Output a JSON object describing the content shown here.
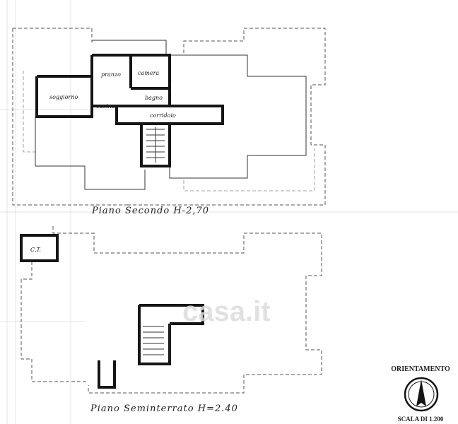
{
  "floors": [
    {
      "id": "secondo",
      "title": "Piano Secondo H-2,70",
      "rooms": [
        "pranzo",
        "camera",
        "soggiorno",
        "cucina",
        "bagno",
        "corridoio"
      ]
    },
    {
      "id": "seminterrato",
      "title": "Piano Seminterrato H=2.40",
      "rooms": [
        "C.T."
      ]
    }
  ],
  "legend": {
    "orientation": "ORIENTAMENTO",
    "scale": "SCALA DI 1.200"
  },
  "watermark": "casa.it"
}
